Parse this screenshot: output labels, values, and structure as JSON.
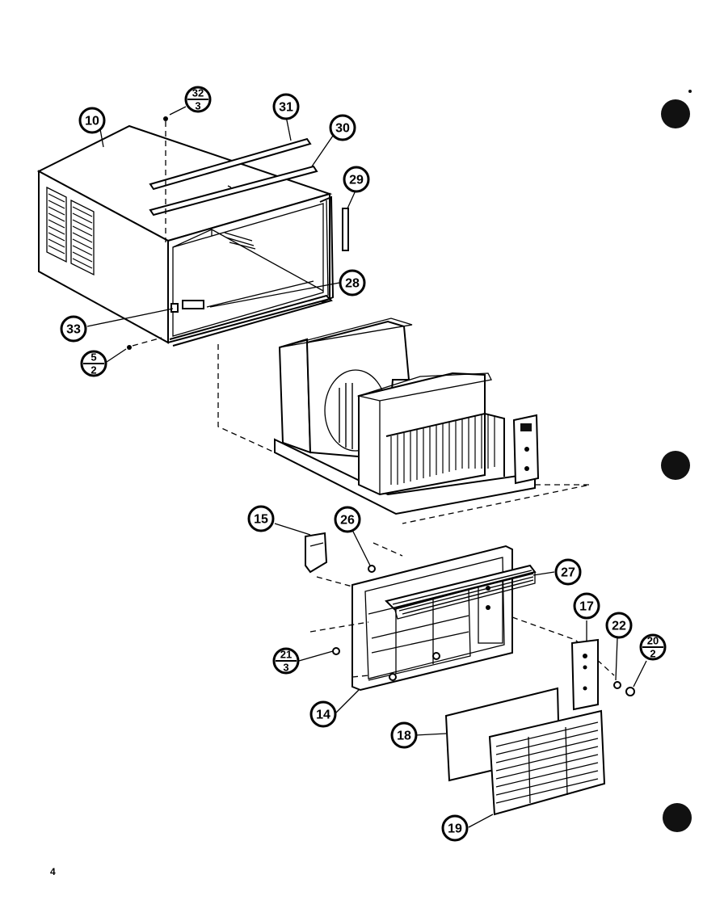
{
  "callouts": [
    {
      "id": "10",
      "label": "10"
    },
    {
      "id": "31",
      "label": "31"
    },
    {
      "id": "30",
      "label": "30"
    },
    {
      "id": "29",
      "label": "29"
    },
    {
      "id": "28",
      "label": "28"
    },
    {
      "id": "33",
      "label": "33"
    },
    {
      "id": "15",
      "label": "15"
    },
    {
      "id": "26",
      "label": "26"
    },
    {
      "id": "27",
      "label": "27"
    },
    {
      "id": "17",
      "label": "17"
    },
    {
      "id": "22",
      "label": "22"
    },
    {
      "id": "14",
      "label": "14"
    },
    {
      "id": "18",
      "label": "18"
    },
    {
      "id": "19",
      "label": "19"
    }
  ],
  "fraction_callouts": [
    {
      "id": "32-3",
      "top": "32",
      "bottom": "3"
    },
    {
      "id": "5-2",
      "top": "5",
      "bottom": "2"
    },
    {
      "id": "21-3",
      "top": "21",
      "bottom": "3"
    },
    {
      "id": "20-2",
      "top": "20",
      "bottom": "2"
    }
  ],
  "page_number": "4"
}
